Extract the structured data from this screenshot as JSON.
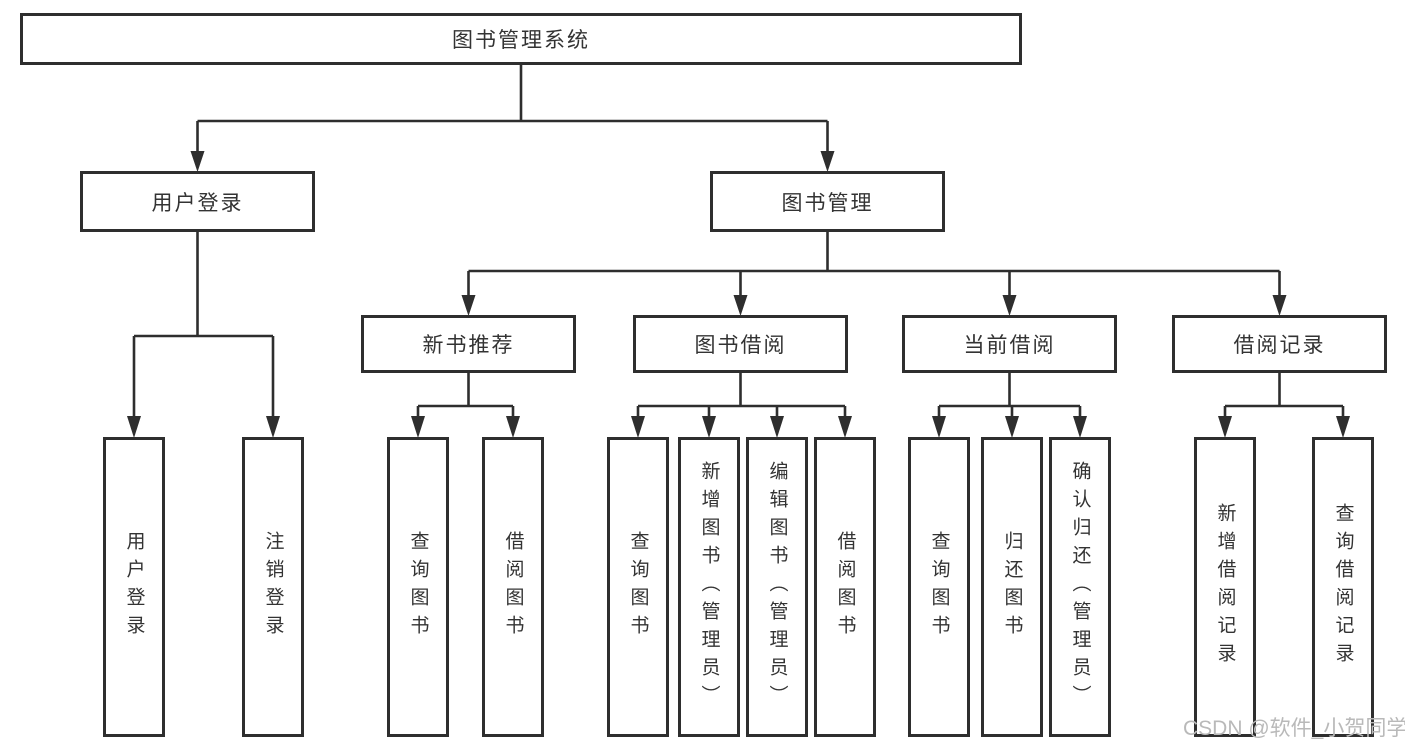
{
  "diagram": {
    "tree": {
      "label": "图书管理系统",
      "children": [
        {
          "label": "用户登录",
          "children": [
            {
              "label": "用户登录"
            },
            {
              "label": "注销登录"
            }
          ]
        },
        {
          "label": "图书管理",
          "children": [
            {
              "label": "新书推荐",
              "children": [
                {
                  "label": "查询图书"
                },
                {
                  "label": "借阅图书"
                }
              ]
            },
            {
              "label": "图书借阅",
              "children": [
                {
                  "label": "查询图书"
                },
                {
                  "label": "新增图书（管理员）"
                },
                {
                  "label": "编辑图书（管理员）"
                },
                {
                  "label": "借阅图书"
                }
              ]
            },
            {
              "label": "当前借阅",
              "children": [
                {
                  "label": "查询图书"
                },
                {
                  "label": "归还图书"
                },
                {
                  "label": "确认归还（管理员）"
                }
              ]
            },
            {
              "label": "借阅记录",
              "children": [
                {
                  "label": "新增借阅记录"
                },
                {
                  "label": "查询借阅记录"
                }
              ]
            }
          ]
        }
      ]
    },
    "colors": {
      "line": "#2e2e2e",
      "box_border": "#2e2e2e",
      "box_fill": "#ffffff",
      "text": "#333333",
      "background": "#ffffff",
      "watermark": "#b9b9b9"
    }
  },
  "watermark": {
    "text": "CSDN @软件_小贺同学"
  }
}
